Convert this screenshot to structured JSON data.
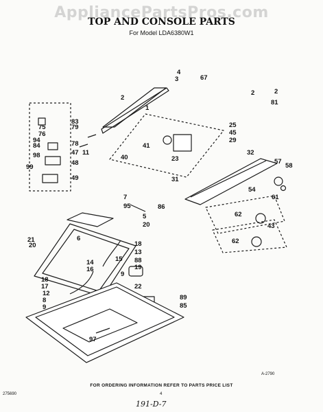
{
  "watermark": "AppliancePartsPros.com",
  "title": "TOP AND CONSOLE PARTS",
  "subtitle": "For Model LDA6380W1",
  "diagram_code": "A-2790",
  "footer_info": "FOR ORDERING INFORMATION REFER TO PARTS PRICE LIST",
  "footer_left": "275690",
  "footer_page": "4",
  "footer_handwritten": "191-D-7",
  "labels": [
    "1",
    "2",
    "2",
    "2",
    "3",
    "4",
    "5",
    "6",
    "7",
    "8",
    "9",
    "9",
    "11",
    "12",
    "13",
    "14",
    "15",
    "16",
    "17",
    "18",
    "18",
    "19",
    "20",
    "20",
    "21",
    "22",
    "23",
    "25",
    "29",
    "31",
    "32",
    "40",
    "41",
    "43",
    "45",
    "47",
    "48",
    "49",
    "54",
    "57",
    "58",
    "61",
    "62",
    "62",
    "67",
    "75",
    "76",
    "78",
    "79",
    "81",
    "83",
    "84",
    "85",
    "86",
    "88",
    "89",
    "94",
    "95",
    "97",
    "98",
    "99"
  ]
}
